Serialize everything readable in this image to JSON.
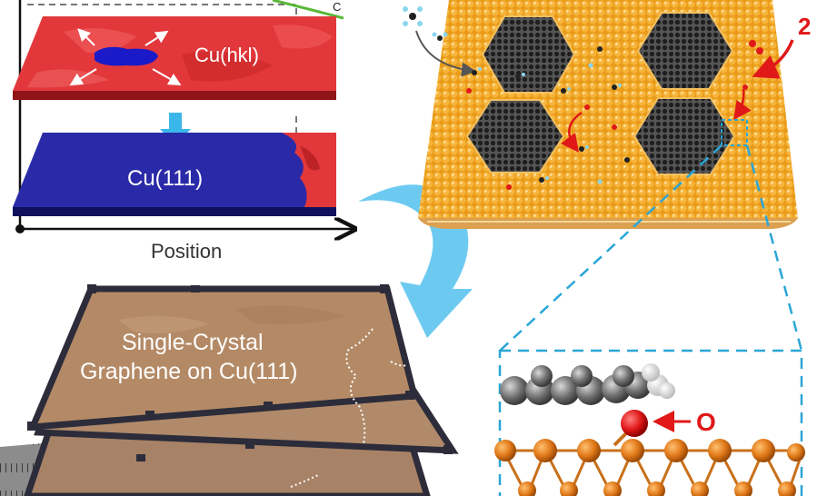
{
  "panel_a": {
    "subscript_c": "C",
    "top_slab_label": "Cu(hkl)",
    "bottom_slab_label": "Cu(111)",
    "axis_label": "Position"
  },
  "panel_b": {
    "o2_label": "2"
  },
  "panel_c": {
    "caption_line1": "Single-Crystal",
    "caption_line2": "Graphene on Cu(111)"
  },
  "panel_d": {
    "oxygen_label": "O"
  },
  "colors": {
    "copper_red": "#e2383b",
    "cu111_blue": "#2a2aa8",
    "arrow_cyan": "#3bb6e8",
    "copper_orange": "#f4a21c",
    "graphene_dark": "#2a2a2a",
    "oxygen_red": "#e01818",
    "dashed_blue": "#2aa6d6",
    "frame_dark": "#2c2c3a",
    "film_tan": "#b48a66"
  }
}
